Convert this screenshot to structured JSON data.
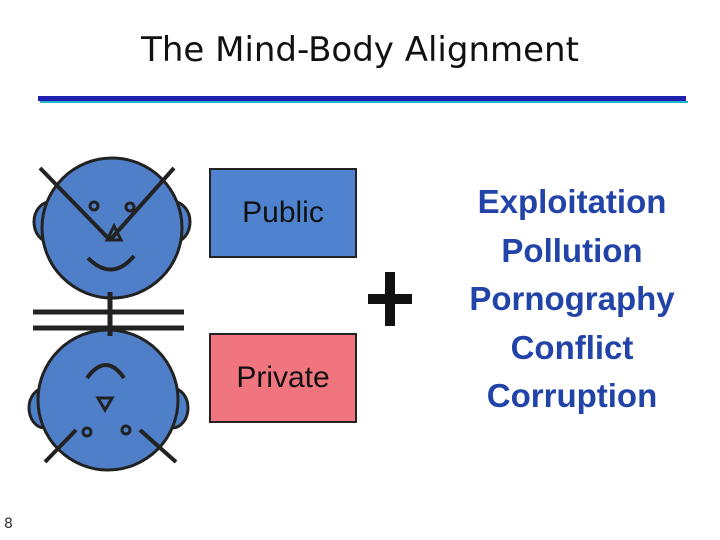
{
  "title": "The Mind-Body Alignment",
  "boxes": {
    "public": {
      "label": "Public",
      "color": "#4f83d0"
    },
    "private": {
      "label": "Private",
      "color": "#f1757f"
    }
  },
  "operator": "+",
  "outcomes": [
    "Exploitation",
    "Pollution",
    "Pornography",
    "Conflict",
    "Corruption"
  ],
  "colors": {
    "face_fill": "#4f7fc8",
    "outline": "#222222",
    "outcome_text": "#2244a8",
    "title_rule": "#1f1fb0",
    "title_rule_accent": "#2ab3d0"
  },
  "page_number": "8"
}
